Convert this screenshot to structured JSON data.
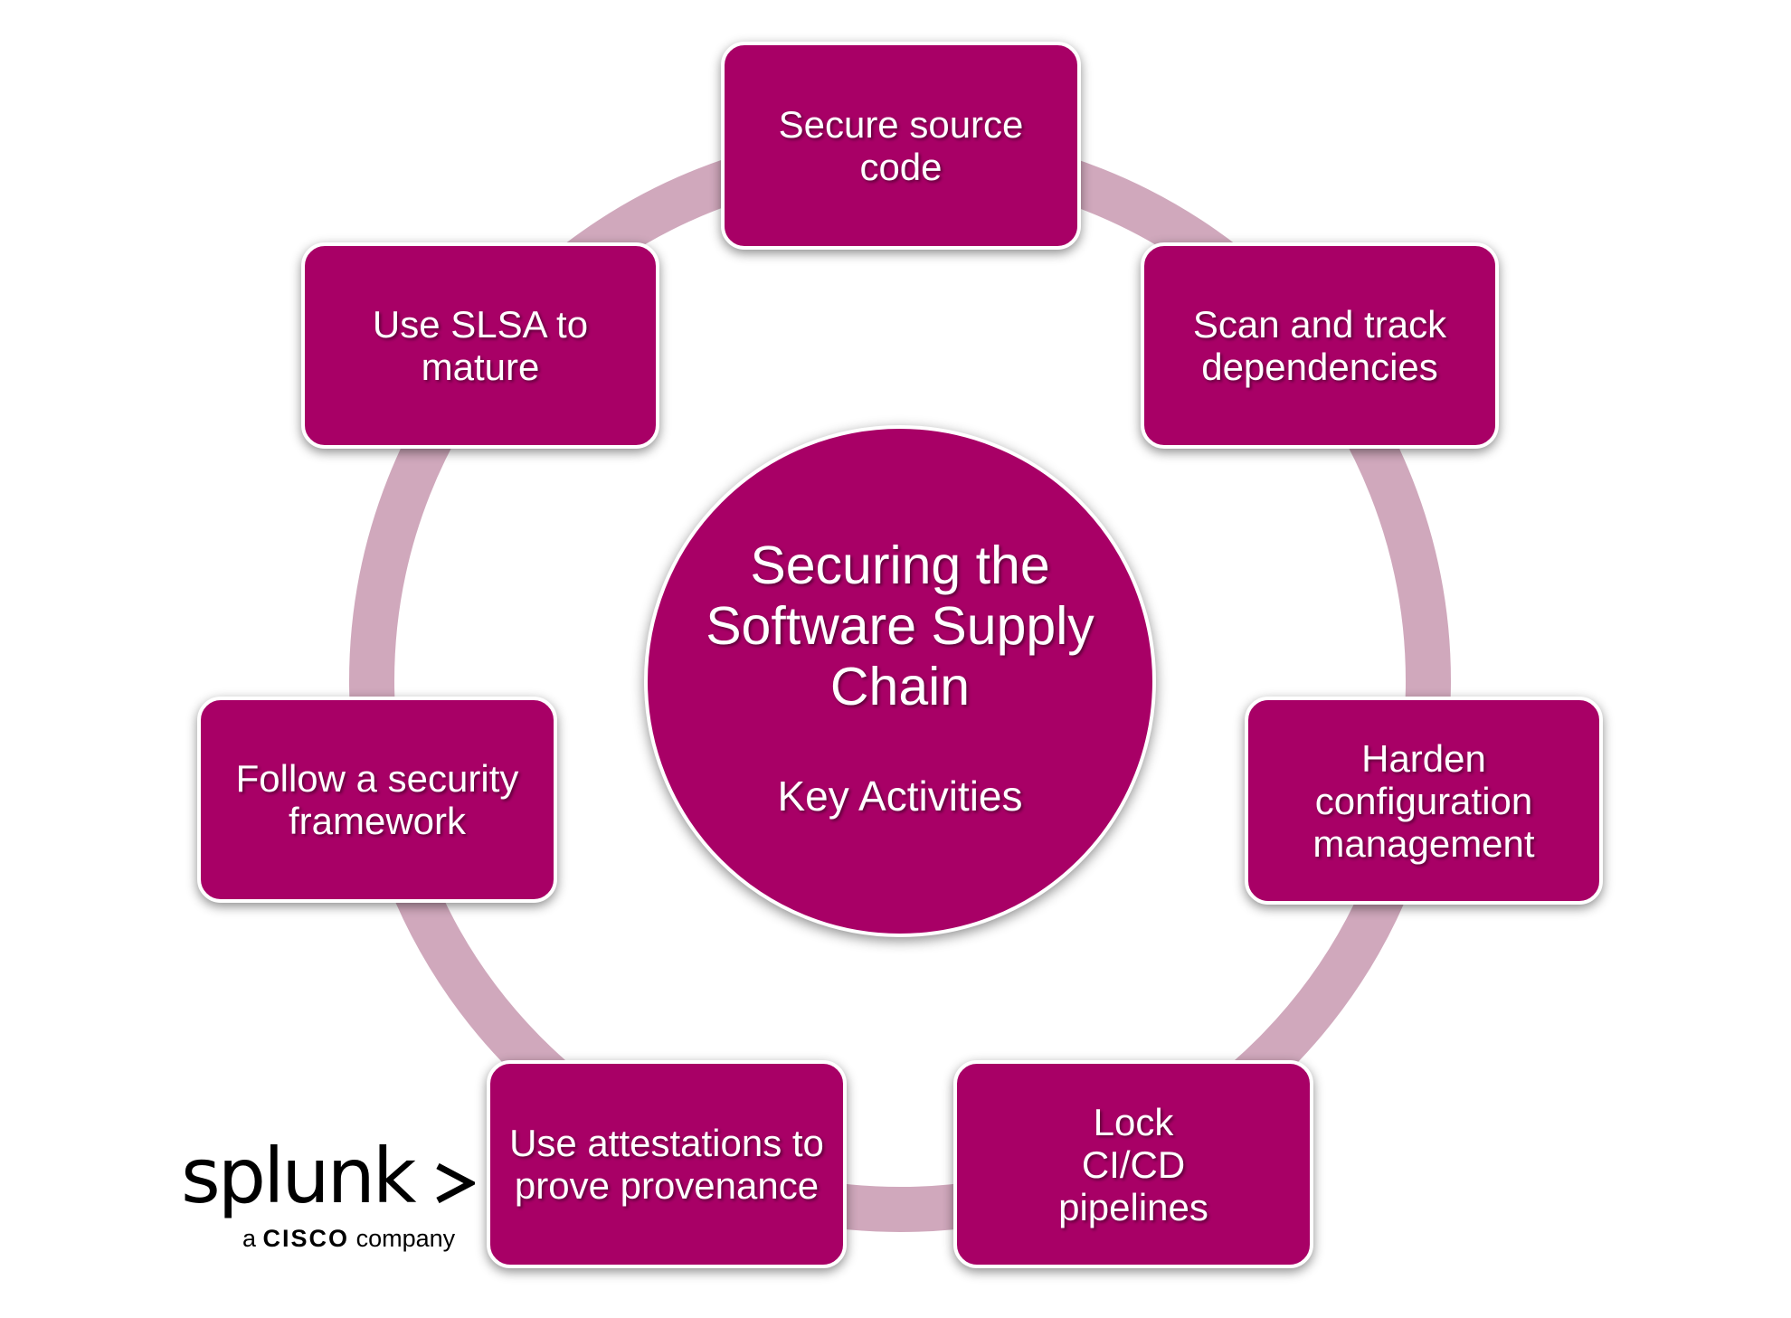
{
  "colors": {
    "box_fill": "#a80066",
    "ring": "#d0a8bc",
    "border": "#ffffff",
    "text": "#ffffff"
  },
  "center": {
    "title": "Securing the Software Supply Chain",
    "subtitle": "Key Activities"
  },
  "activities": [
    {
      "label": "Secure source code"
    },
    {
      "label": "Scan and track dependencies"
    },
    {
      "label": "Harden configuration management"
    },
    {
      "label": "Lock CI/CD pipelines"
    },
    {
      "label": "Use attestations to prove provenance"
    },
    {
      "label": "Follow a security framework"
    },
    {
      "label": "Use SLSA to mature"
    }
  ],
  "logo": {
    "name": "splunk",
    "prefix": "a",
    "brand": "CISCO",
    "suffix": "company"
  }
}
